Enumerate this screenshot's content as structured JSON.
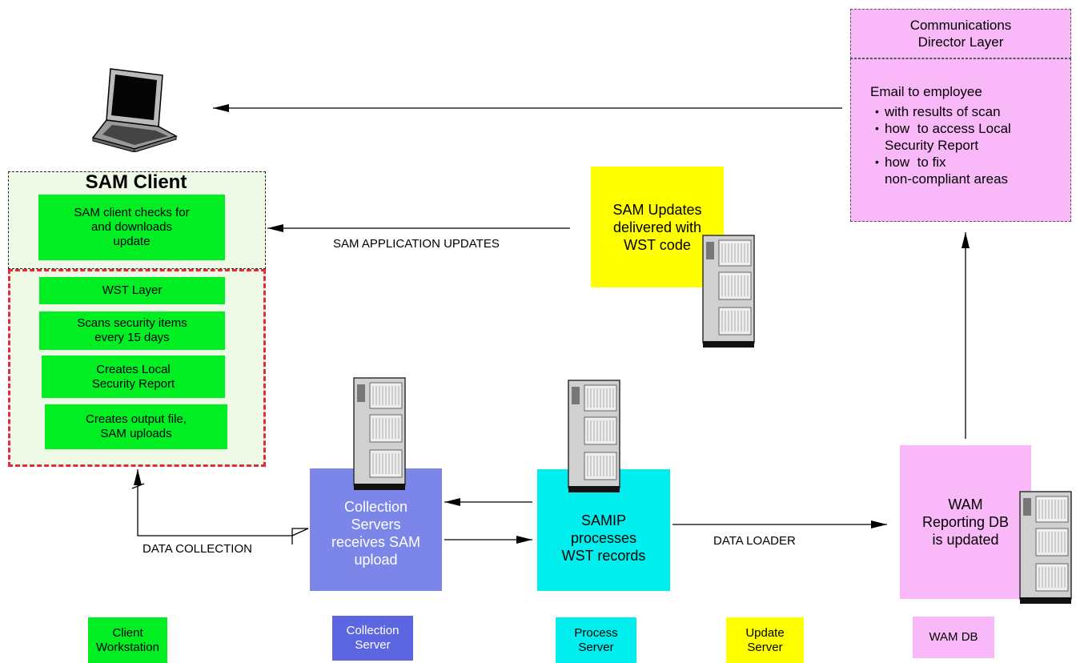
{
  "sam_client": {
    "title": "SAM Client",
    "check_update": "SAM client checks for\nand downloads\nupdate"
  },
  "wst": {
    "layer": "WST Layer",
    "scans": "Scans security items\nevery 15 days",
    "report": "Creates Local\nSecurity Report",
    "output": "Creates output file,\nSAM uploads"
  },
  "connectors": {
    "app_updates": "SAM APPLICATION UPDATES",
    "data_collection": "DATA COLLECTION",
    "data_loader": "DATA LOADER"
  },
  "update_box": "SAM Updates\ndelivered with\nWST code",
  "collection_box": "Collection\nServers\nreceives SAM\nupload",
  "process_box": "SAMIP\nprocesses\nWST records",
  "wam_box": "WAM\nReporting DB\nis updated",
  "comms": {
    "title": "Communications\nDirector Layer",
    "intro": "Email to employee",
    "items": [
      "with results of scan",
      "how  to access Local\nSecurity Report",
      "how  to fix\nnon-compliant areas"
    ]
  },
  "legend": {
    "client": "Client\nWorkstation",
    "collection": "Collection\nServer",
    "process": "Process\nServer",
    "update": "Update\nServer",
    "wam": "WAM DB"
  },
  "colors": {
    "client": "#00ee22",
    "collection": "#7b86e8",
    "collection_legend": "#5b66e0",
    "process": "#00eeee",
    "update": "#ffff00",
    "wam": "#f9b8f8",
    "wst_border": "#e8283c"
  },
  "icons": {
    "laptop": "laptop-icon",
    "server": "server-tower-icon"
  }
}
